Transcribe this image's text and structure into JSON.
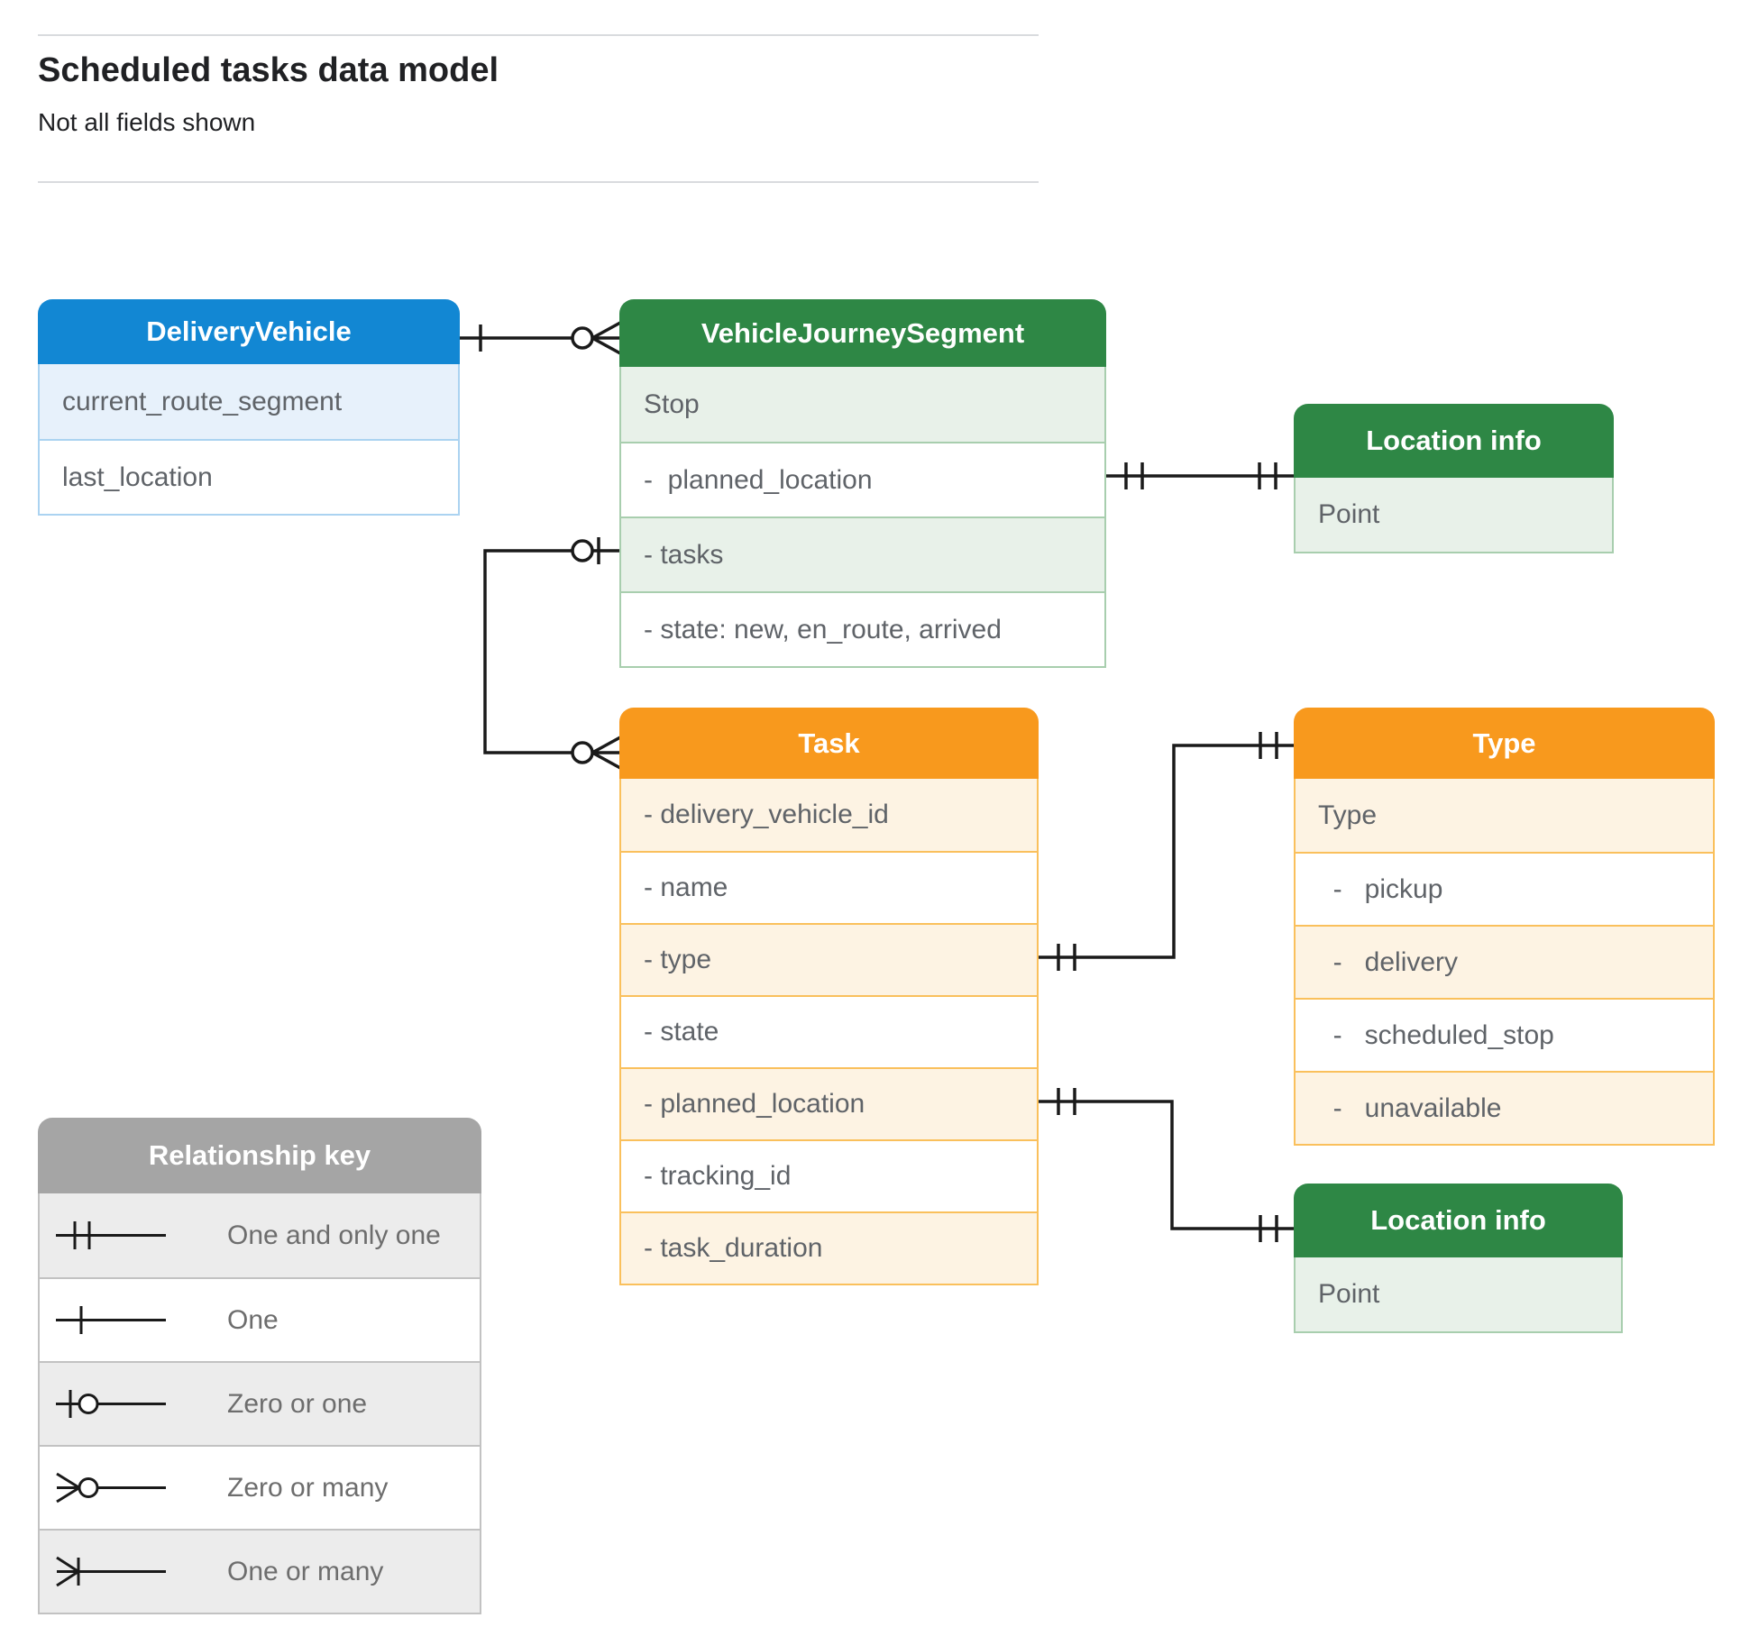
{
  "title": "Scheduled tasks data model",
  "subtitle": "Not all fields shown",
  "colors": {
    "blue": {
      "header": "#1287d3",
      "light": "#e7f1fb",
      "border": "#abd3f1"
    },
    "green": {
      "header": "#2e8745",
      "light": "#e8f1e9",
      "border": "#a8ceae"
    },
    "orange": {
      "header": "#f8991d",
      "light": "#fdf3e3",
      "border": "#fac05c"
    },
    "gray": {
      "header": "#a5a5a5",
      "light": "#ececec",
      "border": "#c2c2c2"
    },
    "line": "#1a1a1a",
    "field_text": "#5f6368"
  },
  "entities": [
    {
      "id": "delivery-vehicle",
      "title": "DeliveryVehicle",
      "color": "blue",
      "rows": [
        {
          "label": "current_route_segment"
        },
        {
          "label": "last_location"
        }
      ]
    },
    {
      "id": "vehicle-journey-segment",
      "title": "VehicleJourneySegment",
      "color": "green",
      "rows": [
        {
          "label": "Stop"
        },
        {
          "label": "-  planned_location"
        },
        {
          "label": "- tasks"
        },
        {
          "label": "- state: new, en_route, arrived"
        }
      ]
    },
    {
      "id": "location-info-1",
      "title": "Location info",
      "color": "green",
      "rows": [
        {
          "label": "Point"
        }
      ]
    },
    {
      "id": "task",
      "title": "Task",
      "color": "orange",
      "rows": [
        {
          "label": "- delivery_vehicle_id"
        },
        {
          "label": "- name"
        },
        {
          "label": "- type"
        },
        {
          "label": "- state"
        },
        {
          "label": "- planned_location"
        },
        {
          "label": "- tracking_id"
        },
        {
          "label": "- task_duration"
        }
      ]
    },
    {
      "id": "type",
      "title": "Type",
      "color": "orange",
      "rows": [
        {
          "label": "Type"
        },
        {
          "label": "  -   pickup"
        },
        {
          "label": "  -   delivery"
        },
        {
          "label": "  -   scheduled_stop"
        },
        {
          "label": "  -   unavailable"
        }
      ]
    },
    {
      "id": "location-info-2",
      "title": "Location info",
      "color": "green",
      "rows": [
        {
          "label": "Point"
        }
      ]
    }
  ],
  "connectors": [
    {
      "from": "DeliveryVehicle",
      "to": "VehicleJourneySegment",
      "from_end": "one",
      "to_end": "zero-or-many"
    },
    {
      "from": "VehicleJourneySegment.tasks",
      "to": "Task",
      "from_end": "zero-or-one",
      "to_end": "zero-or-many"
    },
    {
      "from": "VehicleJourneySegment.planned_location",
      "to": "Location info",
      "from_end": "one-and-only-one",
      "to_end": "one-and-only-one"
    },
    {
      "from": "Task.type",
      "to": "Type",
      "from_end": "one-and-only-one",
      "to_end": "one-and-only-one"
    },
    {
      "from": "Task.planned_location",
      "to": "Location info",
      "from_end": "one-and-only-one",
      "to_end": "one-and-only-one"
    }
  ],
  "legend": {
    "title": "Relationship key",
    "items": [
      {
        "symbol": "one-and-only-one",
        "label": "One and only one"
      },
      {
        "symbol": "one",
        "label": "One"
      },
      {
        "symbol": "zero-or-one",
        "label": "Zero or one"
      },
      {
        "symbol": "zero-or-many",
        "label": "Zero or many"
      },
      {
        "symbol": "one-or-many",
        "label": "One or many"
      }
    ]
  }
}
